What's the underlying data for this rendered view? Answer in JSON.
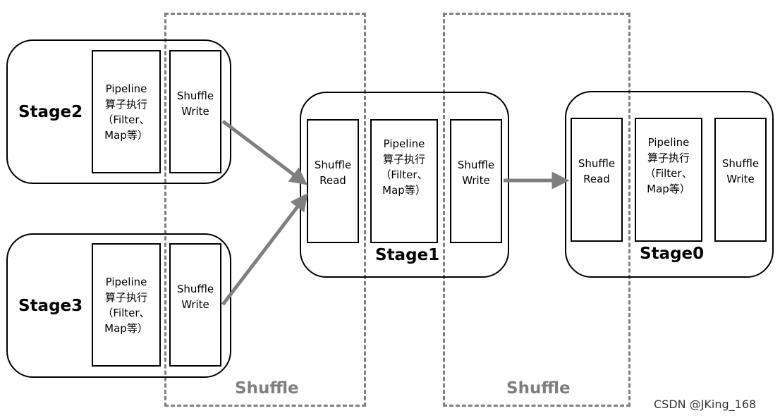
{
  "stages": {
    "stage2": {
      "label": "Stage2",
      "pipeline": [
        "Pipeline",
        "算子执行",
        "（Filter、",
        "Map等）"
      ],
      "shuffle_write": [
        "Shuffle",
        "Write"
      ]
    },
    "stage3": {
      "label": "Stage3",
      "pipeline": [
        "Pipeline",
        "算子执行",
        "（Filter、",
        "Map等）"
      ],
      "shuffle_write": [
        "Shuffle",
        "Write"
      ]
    },
    "stage1": {
      "label": "Stage1",
      "shuffle_read": [
        "Shuffle",
        "Read"
      ],
      "pipeline": [
        "Pipeline",
        "算子执行",
        "（Filter、",
        "Map等）"
      ],
      "shuffle_write": [
        "Shuffle",
        "Write"
      ]
    },
    "stage0": {
      "label": "Stage0",
      "shuffle_read": [
        "Shuffle",
        "Read"
      ],
      "pipeline": [
        "Pipeline",
        "算子执行",
        "（Filter、",
        "Map等）"
      ],
      "shuffle_write": [
        "Shuffle",
        "Write"
      ]
    }
  },
  "shuffle_regions": [
    "Shuffle",
    "Shuffle"
  ],
  "watermark": "CSDN @JKing_168",
  "colors": {
    "arrow": "#7f7f7f",
    "dashed_border": "#7f7f7f",
    "shuffle_label": "#7f7f7f",
    "outline": "#000000"
  }
}
